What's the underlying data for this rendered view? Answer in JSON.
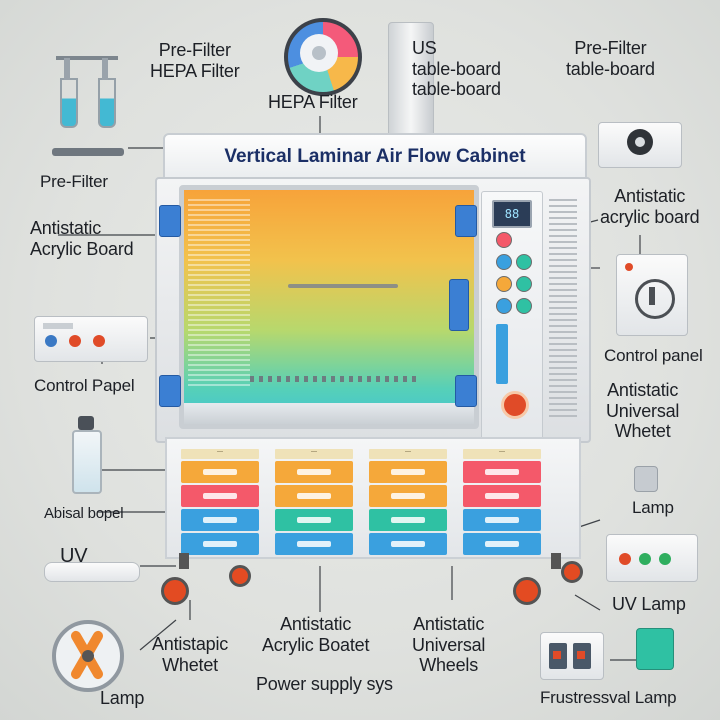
{
  "cabinet": {
    "title": "Vertical Laminar Air Flow Cabinet",
    "display": "88",
    "drawer_tags": [
      "—",
      "—",
      "—",
      "—"
    ]
  },
  "labels": {
    "prefilter_hepa_left": "Pre-Filter\nHEPA Filter",
    "hepa_filter_top": "HEPA Filter",
    "us_table_board": "US\ntable-board\ntable-board",
    "prefilter_right": "Pre-Filter\ntable-board",
    "prefilter_left": "Pre-Filter",
    "antistatic_left": "Antistatic\nAcrylic Board",
    "antistatic_right": "Antistatic\nacrylic board",
    "control_panel_right": "Control panel",
    "control_papel_left": "Control Papel",
    "antistatic_universal_wheel": "Antistatic\nUniversal\nWhetet",
    "abisal_bopel": "Abisal bopel",
    "lamp_right": "Lamp",
    "uv_left": "UV",
    "uv_lamp_right": "UV Lamp",
    "antistapic_whetet": "Antistapic\nWhetet",
    "antistatic_acrylic_boatet": "Antistatic\nAcrylic Boatet",
    "antistatic_universal_wheels": "Antistatic\nUniversal\nWheels",
    "power_supply": "Power supply sys",
    "lamp_left": "Lamp",
    "frustressval_lamp": "Frustressval Lamp"
  },
  "colors": {
    "title_text": "#1b2f66",
    "accent_blue": "#3b7fd3",
    "wheel_orange": "#e34b22",
    "drawer_orange": "#f5a83a",
    "drawer_red": "#f4596a",
    "drawer_blue": "#3aa0df",
    "drawer_green": "#2fc1a3"
  },
  "icons": [
    "test-tubes-icon",
    "filter-disc-icon",
    "chimney-icon",
    "turntable-box-icon",
    "socket-box-icon",
    "control-box-icon",
    "bottle-icon",
    "tray-icon",
    "lamp-device-icon",
    "fan-icon",
    "switch-panel-icon",
    "uv-lamp-box-icon"
  ]
}
